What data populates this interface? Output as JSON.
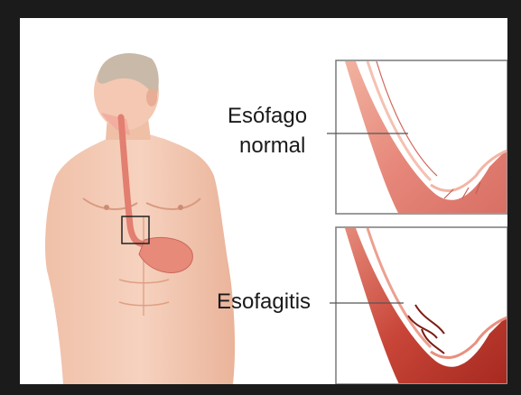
{
  "labels": {
    "normal_line1": "Esófago",
    "normal_line2": "normal",
    "esophagitis": "Esofagitis"
  },
  "colors": {
    "frame": "#1b1b1b",
    "background": "#ffffff",
    "skin": "#f3c7b1",
    "skin_shadow": "#e4a68c",
    "esophagus_normal": "#e98f7e",
    "esophagus_inflamed": "#c9463a",
    "panel_border": "#7a7a7a"
  }
}
